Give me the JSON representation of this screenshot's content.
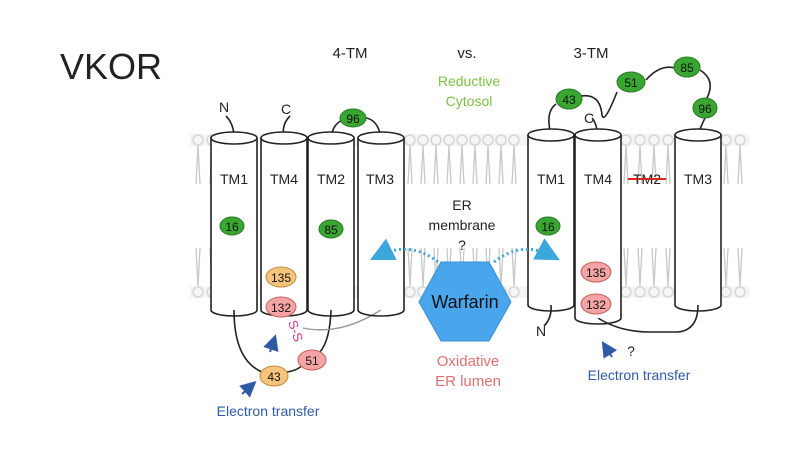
{
  "slide": {
    "title": "VKOR"
  },
  "headers": {
    "left": "4-TM",
    "middle": "vs.",
    "right": "3-TM"
  },
  "cytosol": {
    "line1": "Reductive",
    "line2": "Cytosol"
  },
  "membrane": {
    "line1": "ER",
    "line2": "membrane",
    "line3": "?"
  },
  "lumen": {
    "line1": "Oxidative",
    "line2": "ER lumen"
  },
  "drug": {
    "label": "Warfarin"
  },
  "left_model": {
    "n_term": "N",
    "c_term": "C",
    "helices": [
      "TM1",
      "TM4",
      "TM2",
      "TM3"
    ],
    "residues": {
      "r16": "16",
      "r85": "85",
      "r96": "96",
      "r135": "135",
      "r132": "132",
      "r51": "51",
      "r43": "43"
    },
    "disulfide": "S-S",
    "electron_transfer": "Electron transfer"
  },
  "right_model": {
    "n_term": "N",
    "c_term": "C",
    "helices": [
      "TM1",
      "TM4",
      "TM2",
      "TM3"
    ],
    "residues": {
      "r16": "16",
      "r43": "43",
      "r51": "51",
      "r85": "85",
      "r96": "96",
      "r135": "135",
      "r132": "132"
    },
    "question": "?",
    "electron_transfer": "Electron transfer"
  },
  "colors": {
    "green_residue": "#3aa632",
    "pink_residue": "#f4a4a4",
    "orange_residue": "#f7c47e",
    "hexagon": "#4aa6ec",
    "arrow": "#3ba7dd",
    "electron_text": "#2f5aa6",
    "cytosol_text": "#7cc242",
    "lumen_text": "#e07070",
    "ss_text": "#d6338a",
    "lipid": "#c8c8c8"
  }
}
